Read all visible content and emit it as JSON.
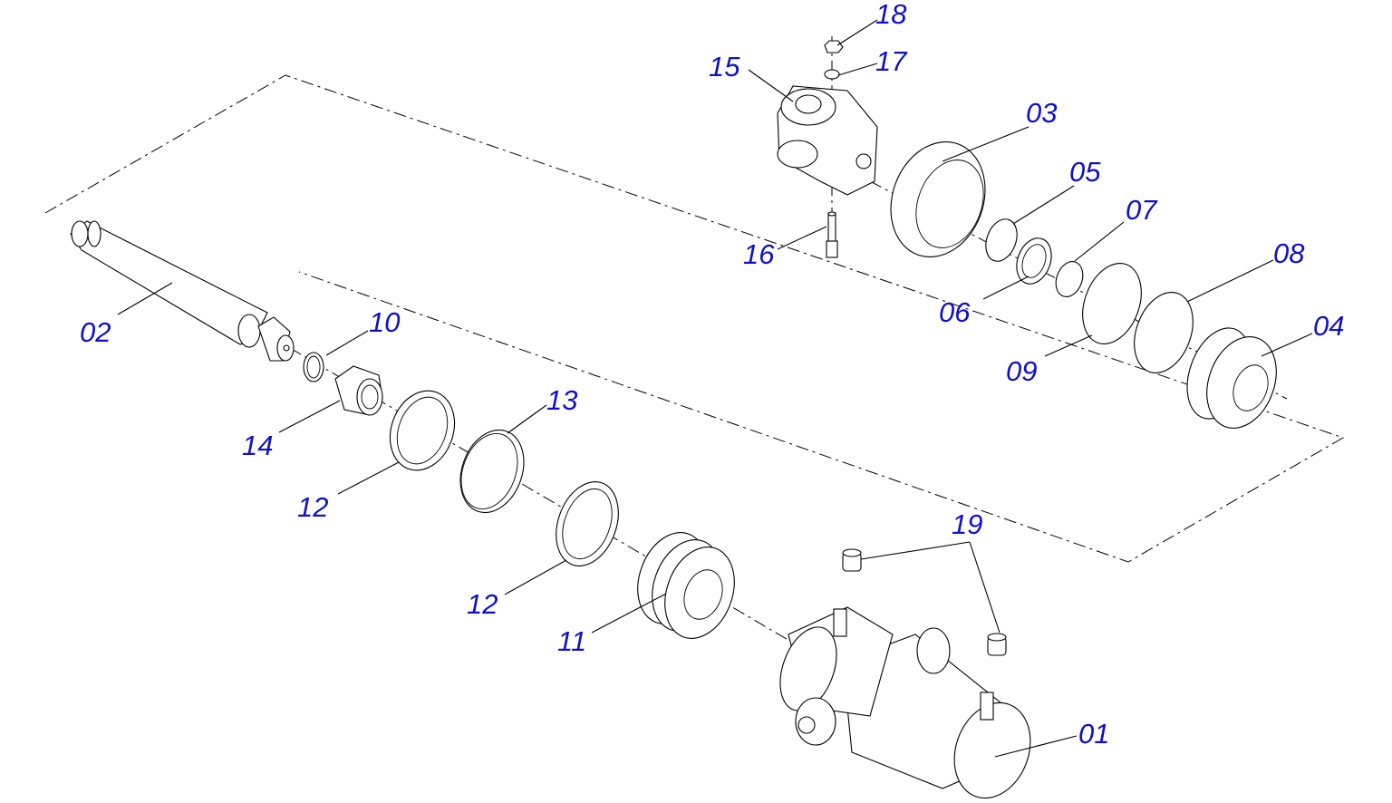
{
  "diagram": {
    "parts": [
      {
        "id": "p01",
        "label": "01"
      },
      {
        "id": "p02",
        "label": "02"
      },
      {
        "id": "p03",
        "label": "03"
      },
      {
        "id": "p04",
        "label": "04"
      },
      {
        "id": "p05",
        "label": "05"
      },
      {
        "id": "p06",
        "label": "06"
      },
      {
        "id": "p07",
        "label": "07"
      },
      {
        "id": "p08",
        "label": "08"
      },
      {
        "id": "p09",
        "label": "09"
      },
      {
        "id": "p10",
        "label": "10"
      },
      {
        "id": "p11",
        "label": "11"
      },
      {
        "id": "p12a",
        "label": "12"
      },
      {
        "id": "p12b",
        "label": "12"
      },
      {
        "id": "p13",
        "label": "13"
      },
      {
        "id": "p14",
        "label": "14"
      },
      {
        "id": "p15",
        "label": "15"
      },
      {
        "id": "p16",
        "label": "16"
      },
      {
        "id": "p17",
        "label": "17"
      },
      {
        "id": "p18",
        "label": "18"
      },
      {
        "id": "p19",
        "label": "19"
      }
    ]
  }
}
